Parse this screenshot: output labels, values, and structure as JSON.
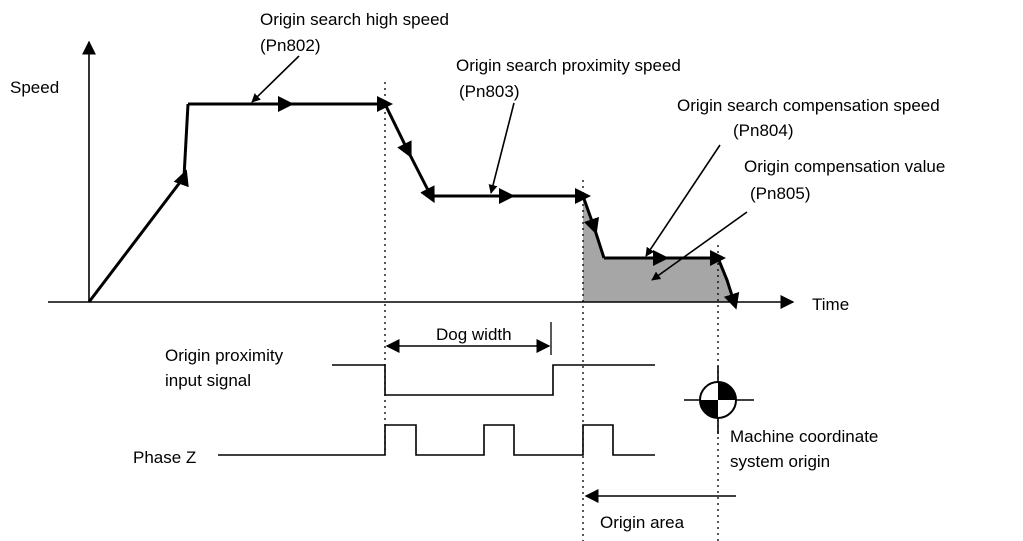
{
  "axes": {
    "y_label": "Speed",
    "x_label": "Time"
  },
  "labels": {
    "high_speed": "Origin search high speed",
    "high_speed_param": "(Pn802)",
    "proximity_speed": "Origin search proximity speed",
    "proximity_speed_param": "(Pn803)",
    "compensation_speed": "Origin search compensation speed",
    "compensation_speed_param": "(Pn804)",
    "compensation_value": "Origin compensation value",
    "compensation_value_param": "(Pn805)",
    "dog_width": "Dog width",
    "proximity_signal_line1": "Origin proximity",
    "proximity_signal_line2": "input signal",
    "phase_z": "Phase Z",
    "machine_origin_line1": "Machine coordinate",
    "machine_origin_line2": "system origin",
    "origin_area": "Origin area"
  },
  "colors": {
    "line": "#000000",
    "shaded_area": "#a6a6a6"
  },
  "icons": {
    "machine_origin": "origin-marker-icon"
  }
}
